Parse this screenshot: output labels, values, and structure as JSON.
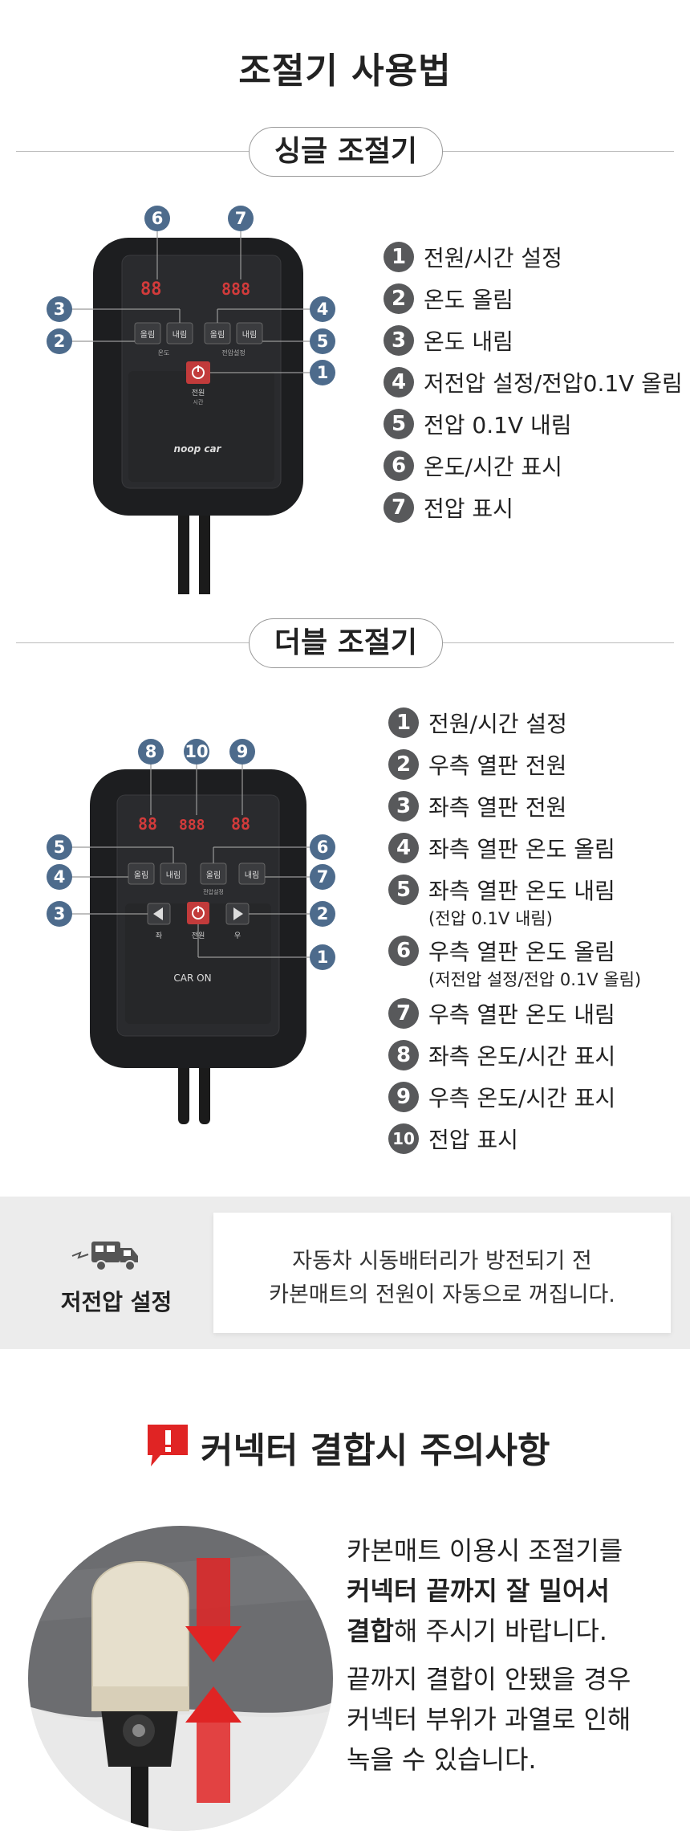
{
  "title": "조절기 사용법",
  "single": {
    "heading": "싱글 조절기",
    "items": [
      {
        "n": "1",
        "text": "전원/시간 설정"
      },
      {
        "n": "2",
        "text": "온도 올림"
      },
      {
        "n": "3",
        "text": "온도 내림"
      },
      {
        "n": "4",
        "text": "저전압 설정/전압0.1V 올림"
      },
      {
        "n": "5",
        "text": "전압 0.1V 내림"
      },
      {
        "n": "6",
        "text": "온도/시간 표시"
      },
      {
        "n": "7",
        "text": "전압 표시"
      }
    ],
    "device": {
      "btn_up": "올림",
      "btn_down": "내림",
      "btn_up2": "올림",
      "btn_down2": "내림",
      "power": "전원",
      "power_sub": "시간",
      "temp_label": "온도",
      "volt_label": "전압설정",
      "display_left": "88",
      "display_right": "888",
      "brand": "noop car"
    }
  },
  "double": {
    "heading": "더블 조절기",
    "items": [
      {
        "n": "1",
        "text": "전원/시간 설정",
        "sub": ""
      },
      {
        "n": "2",
        "text": "우측 열판 전원",
        "sub": ""
      },
      {
        "n": "3",
        "text": "좌측 열판 전원",
        "sub": ""
      },
      {
        "n": "4",
        "text": "좌측 열판 온도 올림",
        "sub": ""
      },
      {
        "n": "5",
        "text": "좌측 열판 온도 내림",
        "sub": "(전압 0.1V 내림)"
      },
      {
        "n": "6",
        "text": "우측 열판 온도 올림",
        "sub": "(저전압 설정/전압 0.1V 올림)"
      },
      {
        "n": "7",
        "text": "우측 열판 온도 내림",
        "sub": ""
      },
      {
        "n": "8",
        "text": "좌측 온도/시간 표시",
        "sub": ""
      },
      {
        "n": "9",
        "text": "우측 온도/시간 표시",
        "sub": ""
      },
      {
        "n": "10",
        "text": "전압 표시",
        "sub": ""
      }
    ],
    "device": {
      "btn_up": "올림",
      "btn_down": "내림",
      "btn_up2": "올림",
      "btn_down2": "내림",
      "left_label": "좌",
      "right_label": "우",
      "power": "전원",
      "volt_label": "전압설정",
      "display_left": "88",
      "display_mid": "888",
      "display_right": "88",
      "brand": "CAR ON"
    }
  },
  "low_voltage": {
    "label": "저전압 설정",
    "line1": "자동차 시동배터리가 방전되기 전",
    "line2": "카본매트의 전원이 자동으로 꺼집니다."
  },
  "warning": {
    "title": "커넥터 결합시 주의사항",
    "icon": "exclamation-icon",
    "p1_line1": "카본매트 이용시 조절기를",
    "p1_line2_bold": "커넥터 끝까지 잘 밀어서",
    "p1_line3_bold": "결합",
    "p1_line3_rest": "해 주시기 바랍니다.",
    "p2_line1": "끝까지 결합이 안됐을 경우",
    "p2_line2": "커넥터 부위가 과열로 인해",
    "p2_line3": "녹을 수 있습니다."
  },
  "colors": {
    "callout": "#4d6b8c",
    "badge": "#58595b",
    "warn_red": "#e02424",
    "device_body": "#1d1e20",
    "display_red": "#d23b3b"
  }
}
